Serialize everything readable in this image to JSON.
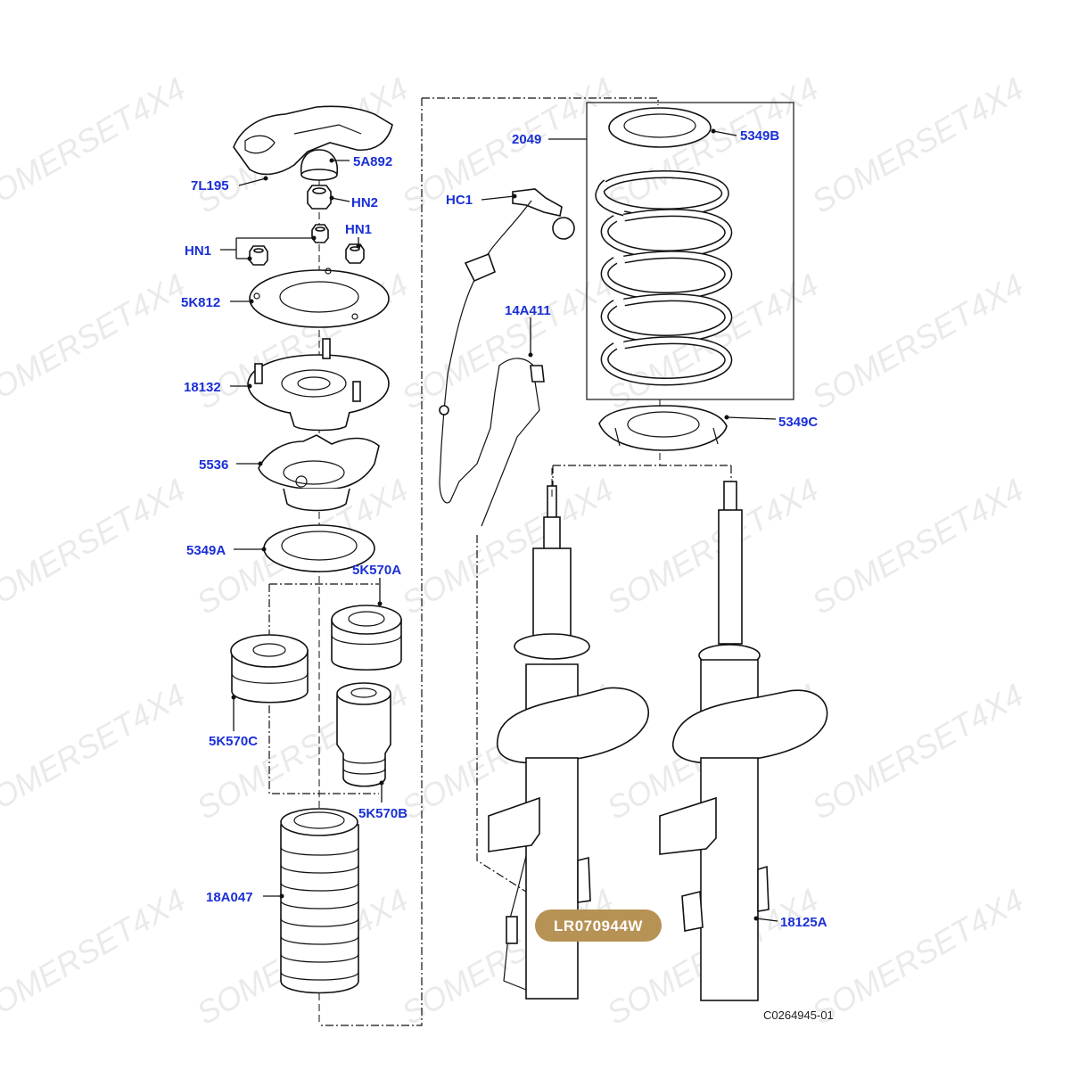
{
  "watermark": "SOMERSET4X4",
  "part_number": "LR070944W",
  "diagram_ref": "C0264945-01",
  "labels": {
    "l_7L195": "7L195",
    "l_5A892": "5A892",
    "l_HN2": "HN2",
    "l_HN1_left": "HN1",
    "l_HN1_right": "HN1",
    "l_5K812": "5K812",
    "l_18132": "18132",
    "l_5536": "5536",
    "l_5349A": "5349A",
    "l_5K570A": "5K570A",
    "l_5K570C": "5K570C",
    "l_5K570B": "5K570B",
    "l_18A047": "18A047",
    "l_2049": "2049",
    "l_5349B": "5349B",
    "l_HC1": "HC1",
    "l_14A411": "14A411",
    "l_5349C": "5349C",
    "l_18125A": "18125A"
  },
  "colors": {
    "label": "#1a2fd6",
    "badge": "#b79255",
    "watermark": "#d9d9d9"
  }
}
